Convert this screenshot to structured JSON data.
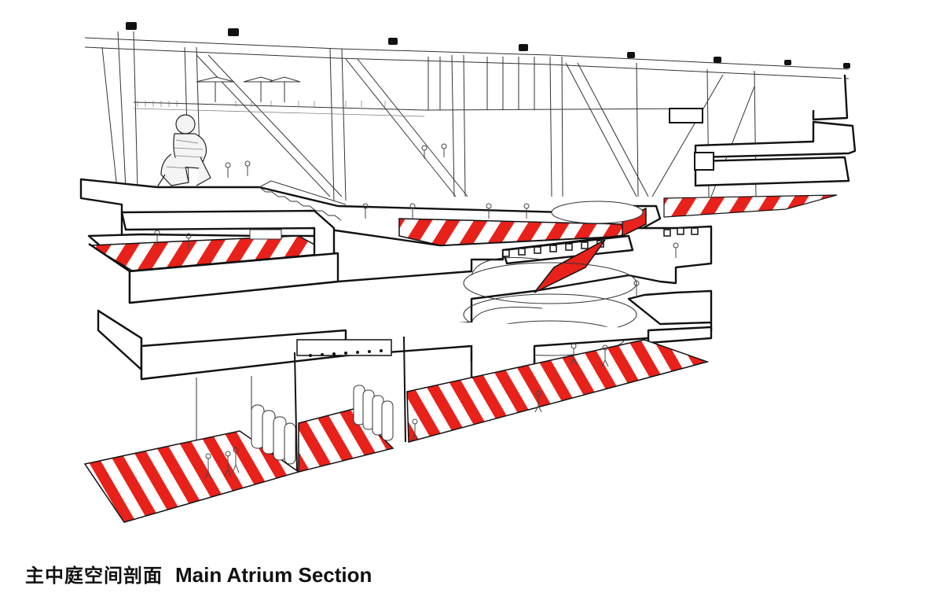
{
  "caption": {
    "title_zh": "主中庭空间剖面",
    "title_en": "Main Atrium Section"
  },
  "colors": {
    "accent": "#e8211b",
    "line": "#111111",
    "background": "#ffffff"
  },
  "icons": [
    "seated-figure-sculpture",
    "spotlight",
    "umbrella",
    "person-silhouette"
  ]
}
